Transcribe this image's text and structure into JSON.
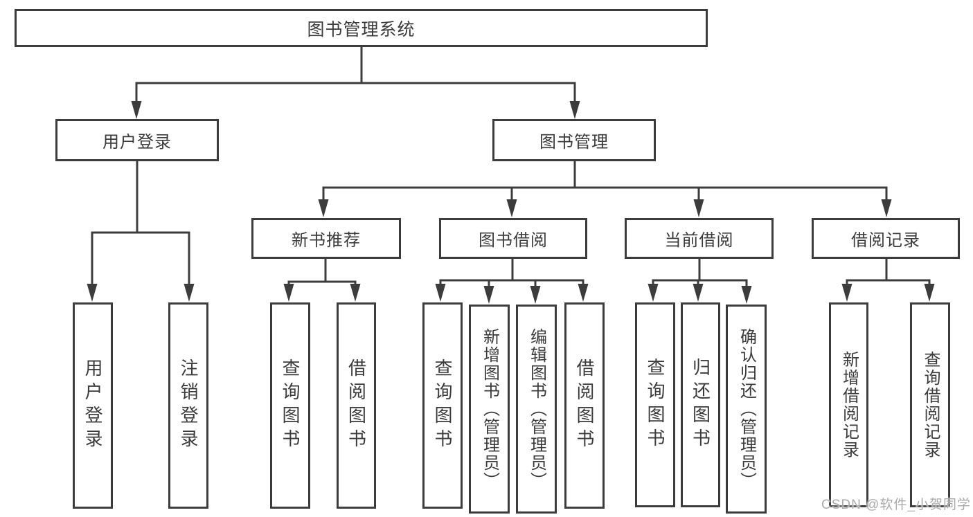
{
  "diagram": {
    "title_node": "图书管理系统",
    "branches": [
      {
        "label": "用户登录",
        "children": [
          {
            "label": "用户登录"
          },
          {
            "label": "注销登录"
          }
        ]
      },
      {
        "label": "图书管理",
        "children": [
          {
            "label": "新书推荐",
            "children": [
              {
                "label": "查询图书"
              },
              {
                "label": "借阅图书"
              }
            ]
          },
          {
            "label": "图书借阅",
            "children": [
              {
                "label": "查询图书"
              },
              {
                "label": "新增图书（管理员）"
              },
              {
                "label": "编辑图书（管理员）"
              },
              {
                "label": "借阅图书"
              }
            ]
          },
          {
            "label": "当前借阅",
            "children": [
              {
                "label": "查询图书"
              },
              {
                "label": "归还图书"
              },
              {
                "label": "确认归还（管理员）"
              }
            ]
          },
          {
            "label": "借阅记录",
            "children": [
              {
                "label": "新增借阅记录"
              },
              {
                "label": "查询借阅记录"
              }
            ]
          }
        ]
      }
    ]
  },
  "watermark": {
    "text": "CSDN @软件_小贺同学",
    "color": "#aaaaaa"
  },
  "colors": {
    "line": "#3c3c3c",
    "box_border": "#3c3c3c",
    "text": "#3b3b3b",
    "background": "#ffffff"
  }
}
